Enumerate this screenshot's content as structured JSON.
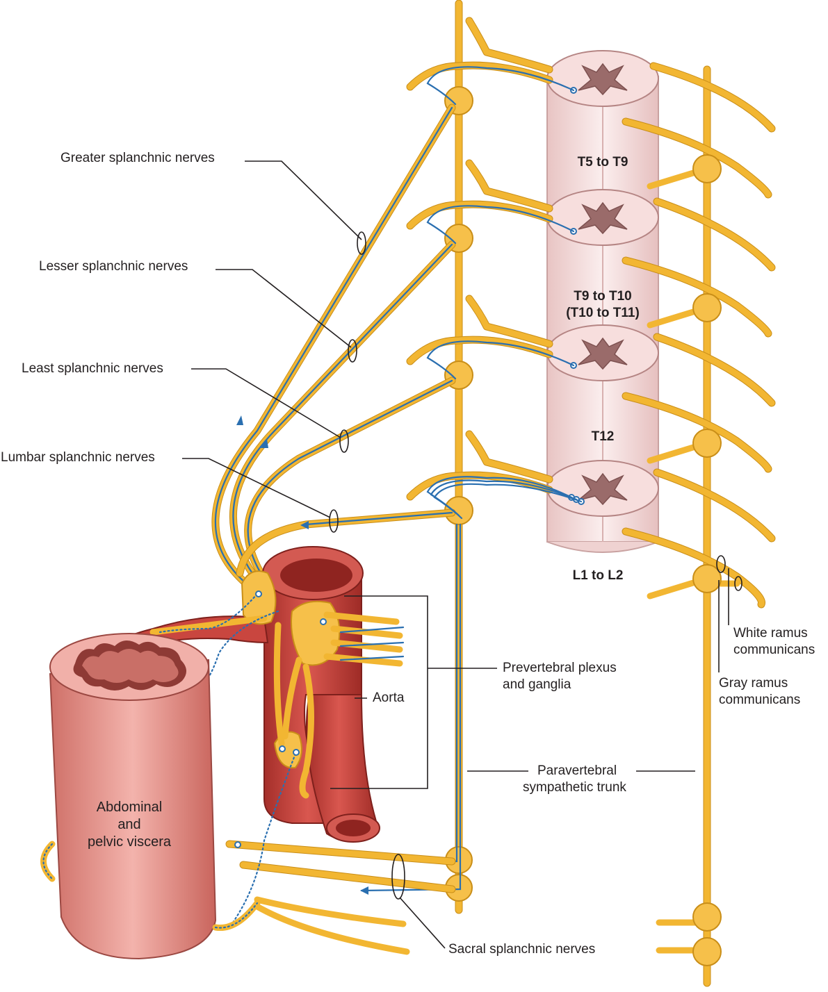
{
  "labels": {
    "greater_splanchnic": "Greater splanchnic nerves",
    "lesser_splanchnic": "Lesser splanchnic nerves",
    "least_splanchnic": "Least splanchnic nerves",
    "lumbar_splanchnic": "Lumbar splanchnic nerves",
    "prevertebral_line1": "Prevertebral plexus",
    "prevertebral_line2": "and ganglia",
    "aorta": "Aorta",
    "paravertebral_line1": "Paravertebral",
    "paravertebral_line2": "sympathetic trunk",
    "white_ramus_line1": "White ramus",
    "white_ramus_line2": "communicans",
    "gray_ramus_line1": "Gray ramus",
    "gray_ramus_line2": "communicans",
    "sacral_splanchnic": "Sacral splanchnic nerves",
    "viscera_line1": "Abdominal",
    "viscera_line2": "and",
    "viscera_line3": "pelvic viscera"
  },
  "segments": {
    "t5_t9": "T5 to T9",
    "t9_t10_line1": "T9 to T10",
    "t9_t10_line2": "(T10 to T11)",
    "t12": "T12",
    "l1_l2": "L1 to L2"
  },
  "colors": {
    "nerve": "#f2b632",
    "axon": "#2a6fb0",
    "cord": "#f7dedd",
    "gray_matter": "#9a6b6a",
    "aorta": "#c9463f",
    "viscera": "#e59a93"
  }
}
